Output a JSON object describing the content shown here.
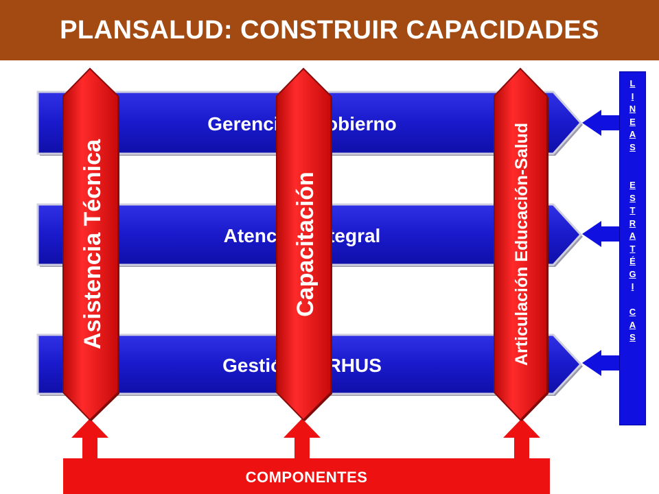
{
  "header": {
    "title": "PLANSALUD: CONSTRUIR CAPACIDADES"
  },
  "bands": [
    {
      "label": "Gerencia y Gobierno"
    },
    {
      "label": "Atención Integral"
    },
    {
      "label": "Gestión de RHUS"
    }
  ],
  "pillars": [
    {
      "label": "Asistencia Técnica"
    },
    {
      "label": "Capacitación"
    },
    {
      "label": "Articulación Educación-Salud"
    }
  ],
  "side": {
    "word1": [
      "L",
      "I",
      "N",
      "E",
      "A",
      "S"
    ],
    "word2": [
      "E",
      "S",
      "T",
      "R",
      "A",
      "T",
      "É",
      "G",
      "I",
      "C",
      "A",
      "S"
    ]
  },
  "components": {
    "label": "COMPONENTES"
  },
  "colors": {
    "header": "#a24a11",
    "band": "#1a1acc",
    "pillar": "#ee1111",
    "side_bar": "#1010e0",
    "components": "#ee1111"
  }
}
